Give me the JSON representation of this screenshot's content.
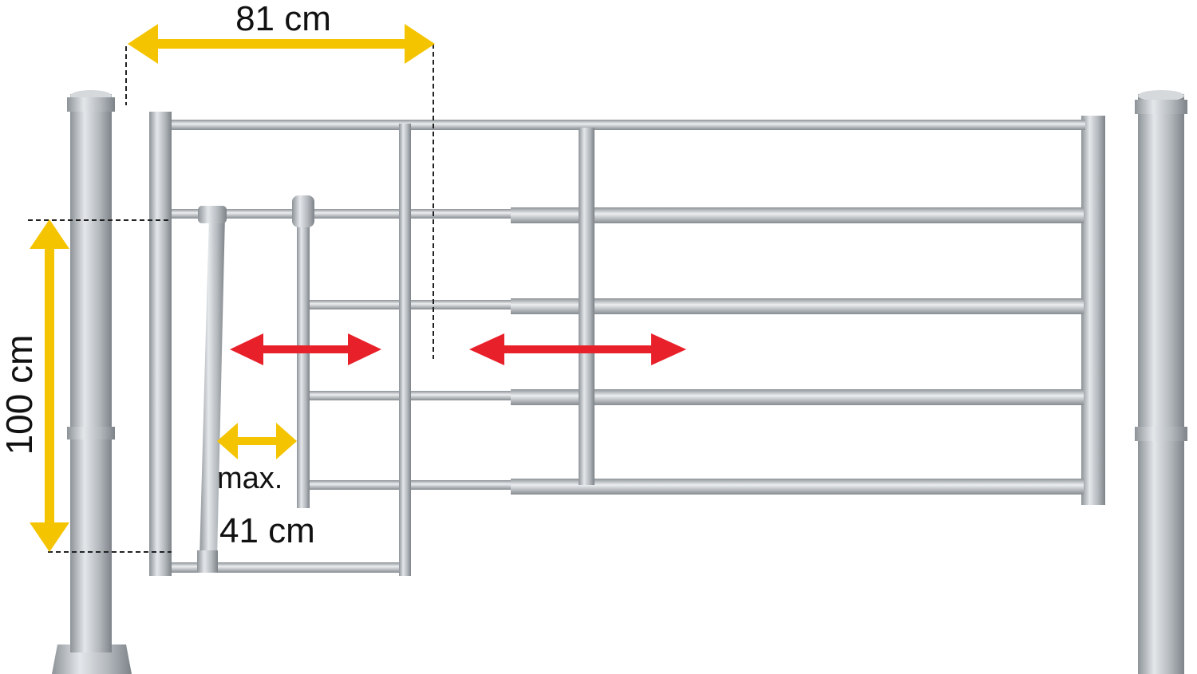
{
  "dimensions": {
    "width_label": "81 cm",
    "height_label": "100 cm",
    "max_label": "max.",
    "max_value_label": "41 cm"
  },
  "colors": {
    "dimension_arrow": "#F5C400",
    "adjust_arrow": "#E8202A",
    "steel": "#B9BEC3"
  }
}
